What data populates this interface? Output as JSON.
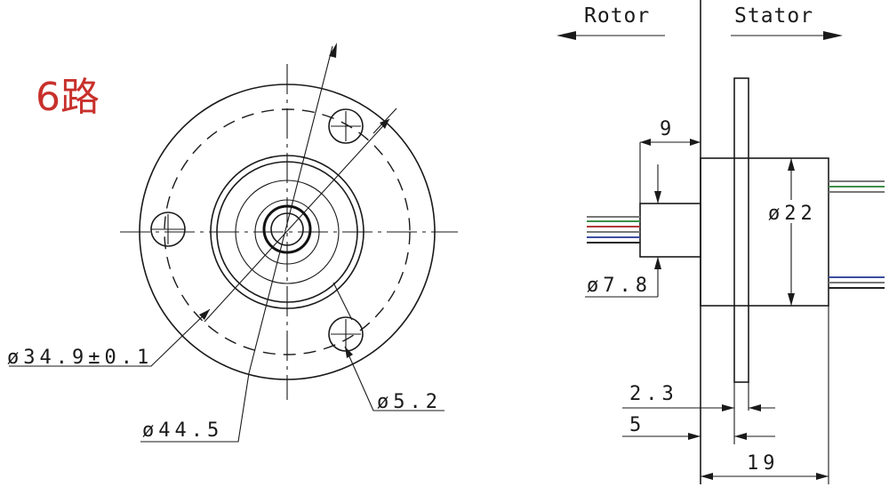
{
  "badge": "6路",
  "headers": {
    "rotor": "Rotor",
    "stator": "Stator"
  },
  "front_view": {
    "bore_diameter": "ø34.9±0.1",
    "flange_diameter": "ø44.5",
    "hole_diameter": "ø5.2"
  },
  "side_view": {
    "offset": "9",
    "stator_diameter": "ø22",
    "rotor_diameter": "ø7.8",
    "flange_thickness": "2.3",
    "flange_offset": "5",
    "total_length": "19"
  },
  "colors": {
    "badge": "#c8312c",
    "line": "#1a1a1a",
    "wire_green": "#3f8f4a",
    "wire_blue": "#3b4fa0",
    "wire_red": "#b03a3a"
  }
}
